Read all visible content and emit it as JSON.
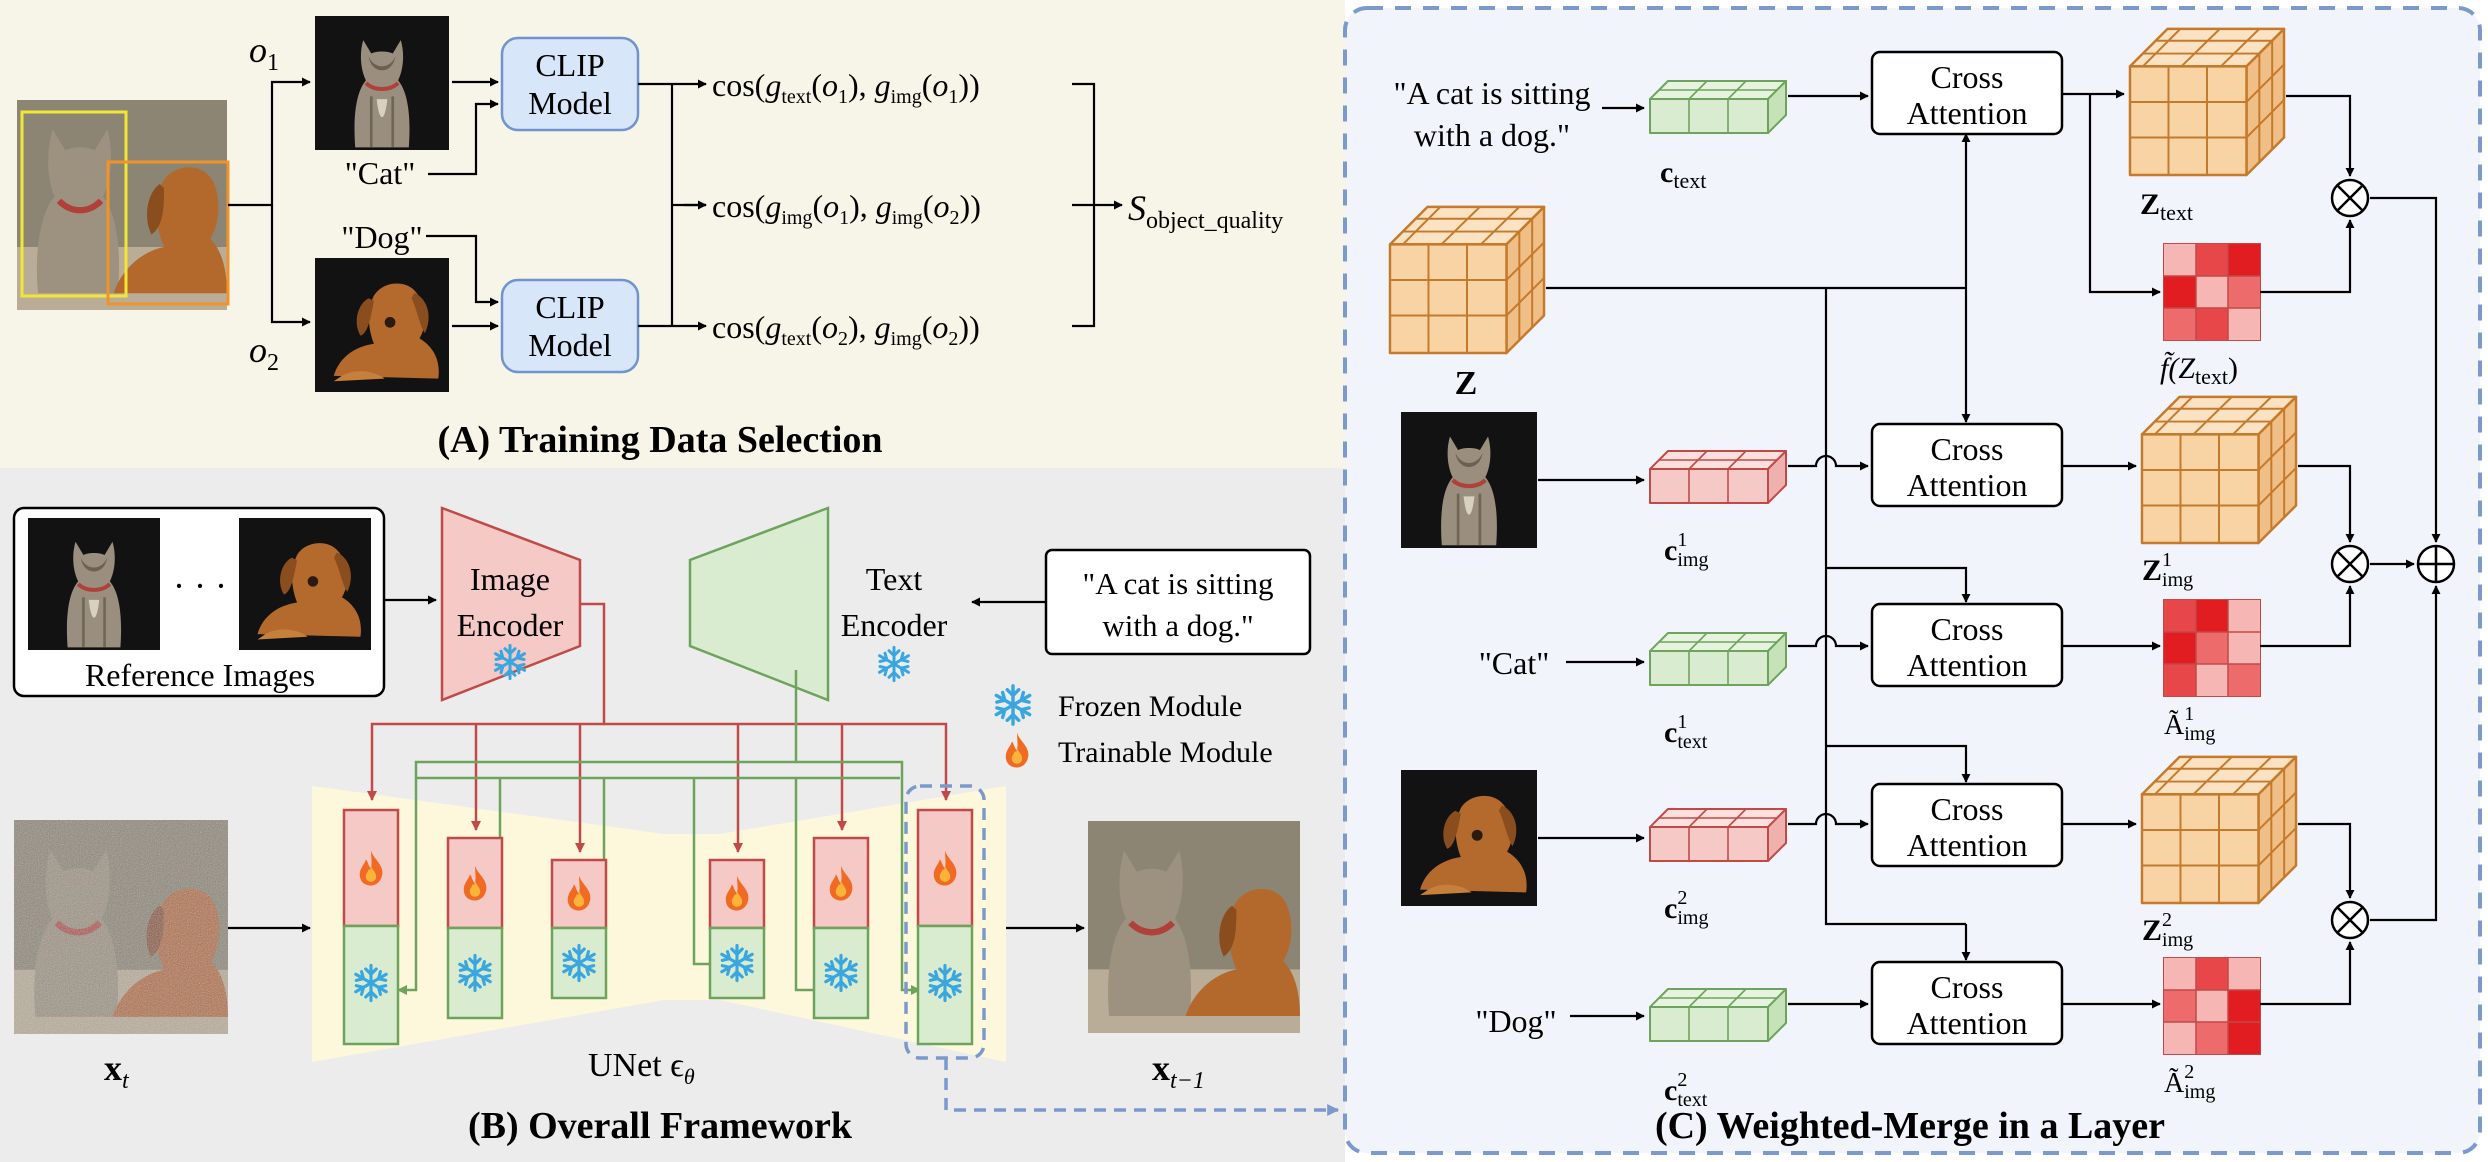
{
  "panel_a": {
    "title": "(A) Training Data Selection",
    "o1": "o",
    "o1_sub": "1",
    "o2": "o",
    "o2_sub": "2",
    "label_cat": "\"Cat\"",
    "label_dog": "\"Dog\"",
    "clip_line1": "CLIP",
    "clip_line2": "Model",
    "cos1": "cos(g_text(o1), g_img(o1))",
    "cos2": "cos(g_img(o1), g_img(o2))",
    "cos3": "cos(g_text(o2), g_img(o2))",
    "score": "S",
    "score_sub": "object_quality"
  },
  "panel_b": {
    "title": "(B) Overall Framework",
    "ref_images_label": "Reference Images",
    "dots": "· · ·",
    "image_encoder_1": "Image",
    "image_encoder_2": "Encoder",
    "text_encoder_1": "Text",
    "text_encoder_2": "Encoder",
    "prompt_1": "\"A cat is sitting",
    "prompt_2": "with a dog.\"",
    "legend_frozen": "Frozen Module",
    "legend_trainable": "Trainable Module",
    "unet_label": "UNet ϵ",
    "unet_sub": "θ",
    "xt": "x",
    "xt_sub": "t",
    "xt1": "x",
    "xt1_sub": "t−1"
  },
  "panel_c": {
    "title": "(C) Weighted-Merge in a Layer",
    "prompt_1": "\"A cat is sitting",
    "prompt_2": "with a dog.\"",
    "c_text": "c",
    "c_text_sub": "text",
    "z": "Z",
    "z_text": "Z",
    "z_text_sub": "text",
    "f_z_text": "f̃(Z",
    "f_z_text_sub": "text",
    "cross_1": "Cross",
    "cross_2": "Attention",
    "c_img1": "c",
    "c_img1_sup": "1",
    "c_img1_sub": "img",
    "z_img1": "Z",
    "z_img1_sup": "1",
    "z_img1_sub": "img",
    "label_cat": "\"Cat\"",
    "c_text1": "c",
    "c_text1_sup": "1",
    "c_text1_sub": "text",
    "a_img1": "Ã",
    "a_img1_sup": "1",
    "a_img1_sub": "img",
    "c_img2": "c",
    "c_img2_sup": "2",
    "c_img2_sub": "img",
    "z_img2": "Z",
    "z_img2_sup": "2",
    "z_img2_sub": "img",
    "label_dog": "\"Dog\"",
    "c_text2": "c",
    "c_text2_sup": "2",
    "c_text2_sub": "text",
    "a_img2": "Ã",
    "a_img2_sup": "2",
    "a_img2_sub": "img"
  },
  "colors": {
    "panel_a_bg": "#f7f5e7",
    "panel_b_bg": "#ececec",
    "panel_c_bg": "#f1f4fb",
    "clip_fill": "#d8e6f9",
    "clip_stroke": "#7193cf",
    "encoder_image": "#f4c9c6",
    "encoder_text": "#d9ecd0",
    "trainable": "#f4c9c6",
    "frozen": "#d9ecd0",
    "arrow_red": "#c04a48",
    "arrow_green": "#6ea35d",
    "dashed_blue": "#7b9acb",
    "cube_fill": "#f8d3a4",
    "cube_stroke": "#c57a2b",
    "heatmap_red": "#e21d22"
  },
  "icons": [
    "cat-image",
    "dog-image",
    "snowflake-icon",
    "flame-icon",
    "multiply-icon",
    "plus-icon"
  ]
}
